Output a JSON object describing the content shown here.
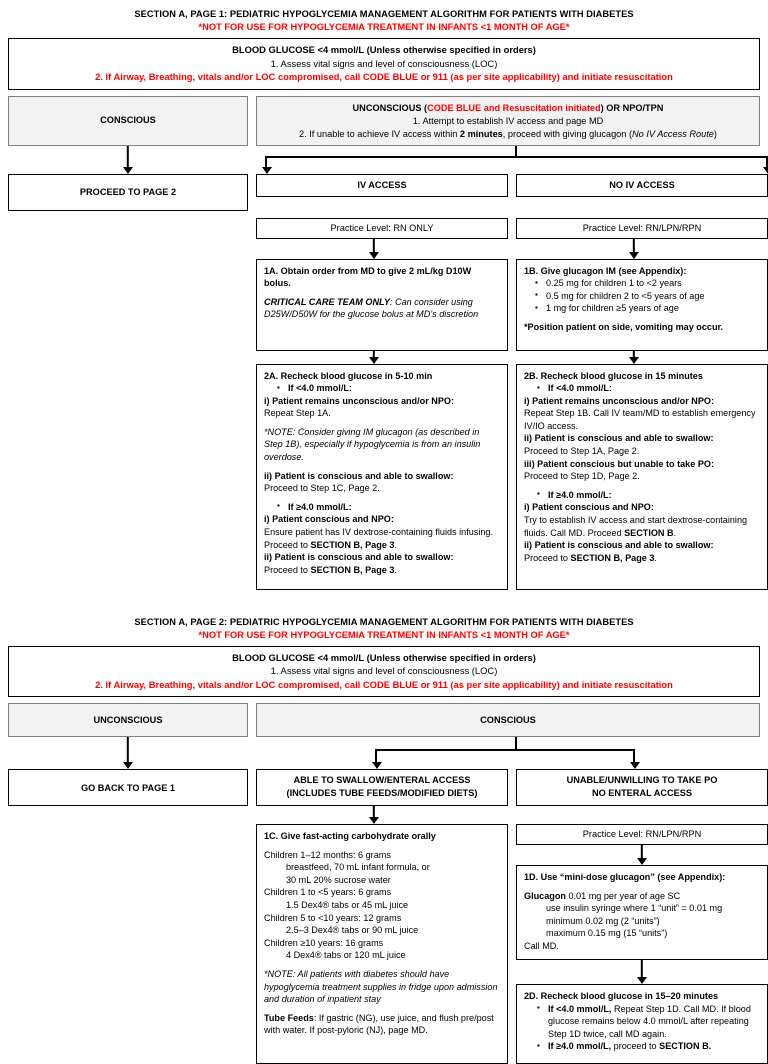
{
  "page1": {
    "title": "SECTION A, PAGE 1: PEDIATRIC HYPOGLYCEMIA MANAGEMENT ALGORITHM FOR PATIENTS WITH DIABETES",
    "subtitle": "*NOT FOR USE FOR HYPOGLYCEMIA TREATMENT IN INFANTS <1 MONTH OF AGE*",
    "banner": {
      "line1": "BLOOD GLUCOSE <4 mmol/L (Unless otherwise specified in orders)",
      "line2": "1. Assess vital signs and level of consciousness (LOC)",
      "line3": "2. If Airway, Breathing, vitals and/or LOC compromised, call CODE BLUE or 911 (as per site applicability) and initiate resuscitation"
    },
    "conscious_header": "CONSCIOUS",
    "proceed_page2": "PROCEED TO PAGE 2",
    "unconscious_header": {
      "pre": "UNCONSCIOUS (",
      "red": "CODE BLUE and Resuscitation initiated",
      "post": ") OR NPO/TPN",
      "line2": "1. Attempt to establish IV access and page MD",
      "line3_a": "2. If unable to achieve IV access within ",
      "line3_b": "2 minutes",
      "line3_c": ", proceed with giving glucagon (",
      "line3_d": "No IV Access Route",
      "line3_e": ")"
    },
    "iv_access": {
      "header": "IV ACCESS",
      "practice_level": "Practice Level: RN ONLY",
      "step1a": {
        "title": "1A. Obtain order from MD to give 2 mL/kg D10W bolus.",
        "note_bold": "CRITICAL CARE TEAM ONLY",
        "note_rest": ": Can consider using D25W/D50W for the glucose bolus at MD’s discretion"
      },
      "step2a": {
        "title": "2A. Recheck blood glucose in 5-10 min",
        "bullet_low": "If <4.0 mmol/L:",
        "low_i_b": "i) Patient remains unconscious and/or NPO:",
        "low_i_r": "Repeat Step 1A.",
        "low_note": "*NOTE: Consider giving IM glucagon (as described in Step 1B), especially if hypoglycemia is from an insulin overdose.",
        "low_ii_b": "ii) Patient is conscious and able to swallow:",
        "low_ii_r": "Proceed to Step 1C, Page 2.",
        "bullet_high": "If ≥4.0 mmol/L:",
        "high_i_b": "i) Patient conscious and NPO:",
        "high_i_r1": "Ensure patient has IV dextrose-containing fluids infusing. Proceed to ",
        "high_i_r2": "SECTION B, Page 3",
        "high_i_r3": ".",
        "high_ii_b": "ii) Patient is conscious and able to swallow:",
        "high_ii_r1": "Proceed to ",
        "high_ii_r2": "SECTION B, Page 3",
        "high_ii_r3": "."
      }
    },
    "no_iv_access": {
      "header": "NO IV ACCESS",
      "practice_level": "Practice Level: RN/LPN/RPN",
      "step1b": {
        "title": "1B. Give glucagon IM (see Appendix):",
        "bullets": [
          "0.25 mg for children 1 to <2 years",
          "0.5 mg for children 2 to <5 years of age",
          "1 mg for children ≥5 years of age"
        ],
        "footer": "*Position patient on side, vomiting may occur."
      },
      "step2b": {
        "title": "2B. Recheck blood glucose in 15 minutes",
        "bullet_low": "If <4.0 mmol/L:",
        "low_i_b": "i) Patient remains unconscious and/or NPO:",
        "low_i_r": "Repeat Step 1B. Call IV team/MD to establish emergency IV/IO access.",
        "low_ii_b": "ii) Patient is conscious and able to swallow:",
        "low_ii_r": "Proceed to Step 1A, Page 2.",
        "low_iii_b": "iii) Patient conscious but unable to take PO:",
        "low_iii_r": "Proceed to Step 1D, Page 2.",
        "bullet_high": "If ≥4.0 mmol/L:",
        "high_i_b": "i) Patient conscious and NPO:",
        "high_i_r1": "Try to establish IV access and start dextrose-containing fluids. Call MD. Proceed ",
        "high_i_r2": "SECTION B",
        "high_i_r3": ".",
        "high_ii_b": "ii) Patient is conscious and able to swallow:",
        "high_ii_r1": "Proceed to ",
        "high_ii_r2": "SECTION B, Page 3",
        "high_ii_r3": "."
      }
    }
  },
  "page2": {
    "title": "SECTION A, PAGE 2: PEDIATRIC HYPOGLYCEMIA MANAGEMENT ALGORITHM FOR PATIENTS WITH DIABETES",
    "subtitle": "*NOT FOR USE FOR HYPOGLYCEMIA TREATMENT IN INFANTS <1 MONTH OF AGE*",
    "banner": {
      "line1": "BLOOD GLUCOSE <4 mmol/L (Unless otherwise specified in orders)",
      "line2": "1. Assess vital signs and level of consciousness (LOC)",
      "line3": "2. If Airway, Breathing, vitals and/or LOC compromised, call CODE BLUE or 911 (as per site applicability) and initiate resuscitation"
    },
    "unconscious_header": "UNCONSCIOUS",
    "conscious_header": "CONSCIOUS",
    "go_back": "GO BACK TO PAGE 1",
    "swallow": {
      "header_l1": "ABLE TO SWALLOW/ENTERAL ACCESS",
      "header_l2": "(INCLUDES TUBE FEEDS/MODIFIED DIETS)",
      "step1c": {
        "title": "1C. Give fast-acting carbohydrate orally",
        "rows": [
          {
            "main": "Children 1–12 months: 6 grams",
            "subs": [
              "breastfeed, 70 mL infant formula, or",
              "30 mL 20% sucrose water"
            ]
          },
          {
            "main": "Children 1 to <5 years: 6 grams",
            "subs": [
              "1.5 Dex4® tabs or 45 mL juice"
            ]
          },
          {
            "main": "Children 5 to <10 years: 12 grams",
            "subs": [
              "2.5–3 Dex4® tabs or 90 mL juice"
            ]
          },
          {
            "main": "Children ≥10 years: 16 grams",
            "subs": [
              "4 Dex4® tabs or 120 mL juice"
            ]
          }
        ],
        "note": "*NOTE: All patients with diabetes should have hypoglycemia treatment supplies in fridge upon admission and duration of inpatient stay",
        "tube_bold": "Tube Feeds",
        "tube_rest": ": If gastric (NG), use juice, and flush pre/post with water. If post-pyloric (NJ), page MD."
      }
    },
    "no_po": {
      "header_l1": "UNABLE/UNWILLING TO TAKE PO",
      "header_l2": "NO ENTERAL ACCESS",
      "practice_level": "Practice Level: RN/LPN/RPN",
      "step1d": {
        "title": "1D. Use “mini-dose glucagon” (see Appendix):",
        "line1_b": "Glucagon",
        "line1_r": " 0.01 mg per year of age SC",
        "subs": [
          "use insulin syringe where 1 “unit” = 0.01 mg",
          "minimum 0.02 mg (2 “units”)",
          "maximum 0.15 mg (15 “units”)"
        ],
        "call_md": "Call MD."
      },
      "step2d": {
        "title": "2D. Recheck blood glucose in 15–20 minutes",
        "bullet_low_b": "If <4.0 mmol/L,",
        "bullet_low_r": " Repeat Step 1D. Call MD. If blood glucose remains below 4.0 mmol/L after repeating Step 1D twice, call MD again.",
        "bullet_high_b1": "If ≥4.0 mmol/L,",
        "bullet_high_r": " proceed to ",
        "bullet_high_b2": "SECTION B."
      }
    }
  },
  "colors": {
    "alert_red": "#ff0000",
    "box_border": "#000000",
    "grey_fill": "#f2f2f2",
    "grey_border": "#7f7f7f"
  }
}
